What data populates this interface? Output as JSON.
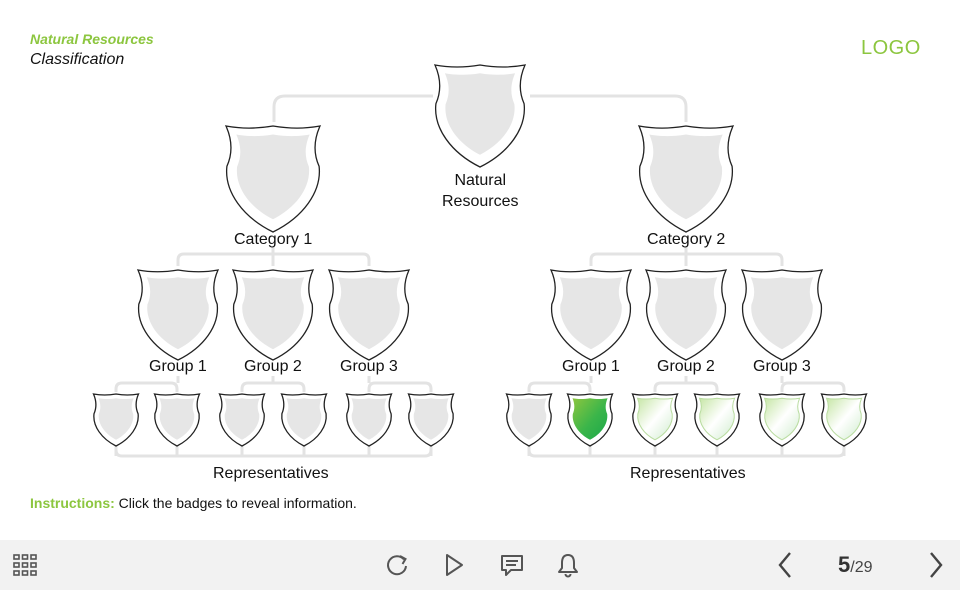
{
  "header": {
    "title": "Natural Resources",
    "subtitle": "Classification",
    "logo": "LOGO"
  },
  "tree": {
    "root_label": "Natural\nResources",
    "categories": [
      {
        "label": "Category 1",
        "groups": [
          "Group 1",
          "Group 2",
          "Group 3"
        ],
        "representatives_label": "Representatives",
        "rep_states": [
          "empty",
          "empty",
          "empty",
          "empty",
          "empty",
          "empty"
        ]
      },
      {
        "label": "Category 2",
        "groups": [
          "Group 1",
          "Group 2",
          "Group 3"
        ],
        "representatives_label": "Representatives",
        "rep_states": [
          "empty",
          "active",
          "light",
          "light",
          "light",
          "light"
        ]
      }
    ]
  },
  "instructions": {
    "prefix": "Instructions:",
    "text": " Click the badges to reveal information."
  },
  "toolbar": {
    "menu_icon": "grid-menu-icon",
    "replay_icon": "replay-icon",
    "play_icon": "play-icon",
    "notes_icon": "notes-icon",
    "bell_icon": "bell-icon",
    "prev_icon": "chevron-left-icon",
    "next_icon": "chevron-right-icon",
    "current_page": "5",
    "total_pages": "/29"
  },
  "colors": {
    "accent": "#8cc63f",
    "connector": "#e3e3e3",
    "badge_fill": "#e6e6e6",
    "active_start": "#8cc63f",
    "active_end": "#1ba84a",
    "light_tint": "#d9efc4",
    "toolbar_bg": "#f2f2f2"
  }
}
